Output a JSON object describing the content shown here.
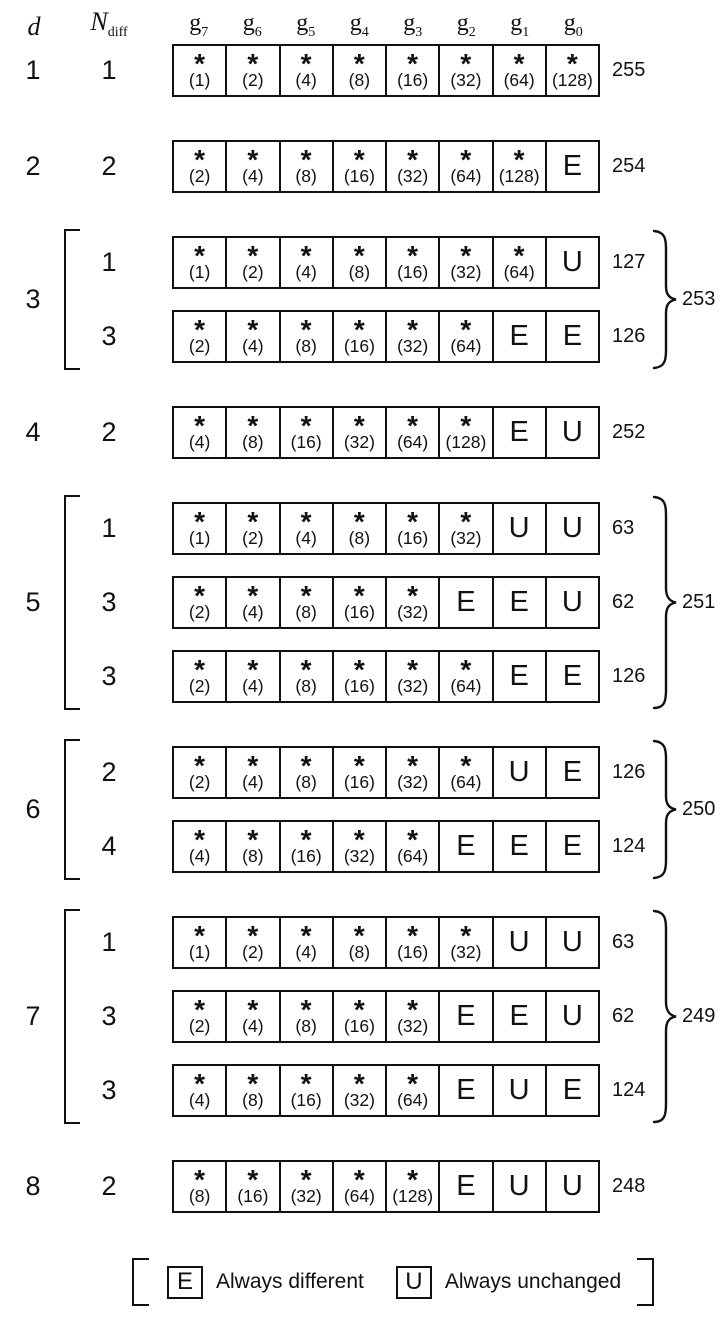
{
  "header": {
    "d_label": "d",
    "n_label": "N",
    "n_sub": "diff",
    "g_base": "g",
    "g_subs": [
      "7",
      "6",
      "5",
      "4",
      "3",
      "2",
      "1",
      "0"
    ]
  },
  "groups": [
    {
      "d": "1",
      "rows": [
        {
          "n": "1",
          "value": "255",
          "cells": [
            {
              "star": "*",
              "weight": "(1)"
            },
            {
              "star": "*",
              "weight": "(2)"
            },
            {
              "star": "*",
              "weight": "(4)"
            },
            {
              "star": "*",
              "weight": "(8)"
            },
            {
              "star": "*",
              "weight": "(16)"
            },
            {
              "star": "*",
              "weight": "(32)"
            },
            {
              "star": "*",
              "weight": "(64)"
            },
            {
              "star": "*",
              "weight": "(128)"
            }
          ]
        }
      ]
    },
    {
      "d": "2",
      "rows": [
        {
          "n": "2",
          "value": "254",
          "cells": [
            {
              "star": "*",
              "weight": "(2)"
            },
            {
              "star": "*",
              "weight": "(4)"
            },
            {
              "star": "*",
              "weight": "(8)"
            },
            {
              "star": "*",
              "weight": "(16)"
            },
            {
              "star": "*",
              "weight": "(32)"
            },
            {
              "star": "*",
              "weight": "(64)"
            },
            {
              "star": "*",
              "weight": "(128)"
            },
            {
              "letter": "E"
            }
          ]
        }
      ]
    },
    {
      "d": "3",
      "group_value": "253",
      "rows": [
        {
          "n": "1",
          "value": "127",
          "cells": [
            {
              "star": "*",
              "weight": "(1)"
            },
            {
              "star": "*",
              "weight": "(2)"
            },
            {
              "star": "*",
              "weight": "(4)"
            },
            {
              "star": "*",
              "weight": "(8)"
            },
            {
              "star": "*",
              "weight": "(16)"
            },
            {
              "star": "*",
              "weight": "(32)"
            },
            {
              "star": "*",
              "weight": "(64)"
            },
            {
              "letter": "U"
            }
          ]
        },
        {
          "n": "3",
          "value": "126",
          "cells": [
            {
              "star": "*",
              "weight": "(2)"
            },
            {
              "star": "*",
              "weight": "(4)"
            },
            {
              "star": "*",
              "weight": "(8)"
            },
            {
              "star": "*",
              "weight": "(16)"
            },
            {
              "star": "*",
              "weight": "(32)"
            },
            {
              "star": "*",
              "weight": "(64)"
            },
            {
              "letter": "E"
            },
            {
              "letter": "E"
            }
          ]
        }
      ]
    },
    {
      "d": "4",
      "rows": [
        {
          "n": "2",
          "value": "252",
          "cells": [
            {
              "star": "*",
              "weight": "(4)"
            },
            {
              "star": "*",
              "weight": "(8)"
            },
            {
              "star": "*",
              "weight": "(16)"
            },
            {
              "star": "*",
              "weight": "(32)"
            },
            {
              "star": "*",
              "weight": "(64)"
            },
            {
              "star": "*",
              "weight": "(128)"
            },
            {
              "letter": "E"
            },
            {
              "letter": "U"
            }
          ]
        }
      ]
    },
    {
      "d": "5",
      "group_value": "251",
      "rows": [
        {
          "n": "1",
          "value": "63",
          "cells": [
            {
              "star": "*",
              "weight": "(1)"
            },
            {
              "star": "*",
              "weight": "(2)"
            },
            {
              "star": "*",
              "weight": "(4)"
            },
            {
              "star": "*",
              "weight": "(8)"
            },
            {
              "star": "*",
              "weight": "(16)"
            },
            {
              "star": "*",
              "weight": "(32)"
            },
            {
              "letter": "U"
            },
            {
              "letter": "U"
            }
          ]
        },
        {
          "n": "3",
          "value": "62",
          "cells": [
            {
              "star": "*",
              "weight": "(2)"
            },
            {
              "star": "*",
              "weight": "(4)"
            },
            {
              "star": "*",
              "weight": "(8)"
            },
            {
              "star": "*",
              "weight": "(16)"
            },
            {
              "star": "*",
              "weight": "(32)"
            },
            {
              "letter": "E"
            },
            {
              "letter": "E"
            },
            {
              "letter": "U"
            }
          ]
        },
        {
          "n": "3",
          "value": "126",
          "cells": [
            {
              "star": "*",
              "weight": "(2)"
            },
            {
              "star": "*",
              "weight": "(4)"
            },
            {
              "star": "*",
              "weight": "(8)"
            },
            {
              "star": "*",
              "weight": "(16)"
            },
            {
              "star": "*",
              "weight": "(32)"
            },
            {
              "star": "*",
              "weight": "(64)"
            },
            {
              "letter": "E"
            },
            {
              "letter": "E"
            }
          ]
        }
      ]
    },
    {
      "d": "6",
      "group_value": "250",
      "rows": [
        {
          "n": "2",
          "value": "126",
          "cells": [
            {
              "star": "*",
              "weight": "(2)"
            },
            {
              "star": "*",
              "weight": "(4)"
            },
            {
              "star": "*",
              "weight": "(8)"
            },
            {
              "star": "*",
              "weight": "(16)"
            },
            {
              "star": "*",
              "weight": "(32)"
            },
            {
              "star": "*",
              "weight": "(64)"
            },
            {
              "letter": "U"
            },
            {
              "letter": "E"
            }
          ]
        },
        {
          "n": "4",
          "value": "124",
          "cells": [
            {
              "star": "*",
              "weight": "(4)"
            },
            {
              "star": "*",
              "weight": "(8)"
            },
            {
              "star": "*",
              "weight": "(16)"
            },
            {
              "star": "*",
              "weight": "(32)"
            },
            {
              "star": "*",
              "weight": "(64)"
            },
            {
              "letter": "E"
            },
            {
              "letter": "E"
            },
            {
              "letter": "E"
            }
          ]
        }
      ]
    },
    {
      "d": "7",
      "group_value": "249",
      "rows": [
        {
          "n": "1",
          "value": "63",
          "cells": [
            {
              "star": "*",
              "weight": "(1)"
            },
            {
              "star": "*",
              "weight": "(2)"
            },
            {
              "star": "*",
              "weight": "(4)"
            },
            {
              "star": "*",
              "weight": "(8)"
            },
            {
              "star": "*",
              "weight": "(16)"
            },
            {
              "star": "*",
              "weight": "(32)"
            },
            {
              "letter": "U"
            },
            {
              "letter": "U"
            }
          ]
        },
        {
          "n": "3",
          "value": "62",
          "cells": [
            {
              "star": "*",
              "weight": "(2)"
            },
            {
              "star": "*",
              "weight": "(4)"
            },
            {
              "star": "*",
              "weight": "(8)"
            },
            {
              "star": "*",
              "weight": "(16)"
            },
            {
              "star": "*",
              "weight": "(32)"
            },
            {
              "letter": "E"
            },
            {
              "letter": "E"
            },
            {
              "letter": "U"
            }
          ]
        },
        {
          "n": "3",
          "value": "124",
          "cells": [
            {
              "star": "*",
              "weight": "(4)"
            },
            {
              "star": "*",
              "weight": "(8)"
            },
            {
              "star": "*",
              "weight": "(16)"
            },
            {
              "star": "*",
              "weight": "(32)"
            },
            {
              "star": "*",
              "weight": "(64)"
            },
            {
              "letter": "E"
            },
            {
              "letter": "U"
            },
            {
              "letter": "E"
            }
          ]
        }
      ]
    },
    {
      "d": "8",
      "rows": [
        {
          "n": "2",
          "value": "248",
          "cells": [
            {
              "star": "*",
              "weight": "(8)"
            },
            {
              "star": "*",
              "weight": "(16)"
            },
            {
              "star": "*",
              "weight": "(32)"
            },
            {
              "star": "*",
              "weight": "(64)"
            },
            {
              "star": "*",
              "weight": "(128)"
            },
            {
              "letter": "E"
            },
            {
              "letter": "U"
            },
            {
              "letter": "U"
            }
          ]
        }
      ]
    }
  ],
  "legend": {
    "e_symbol": "E",
    "e_label": "Always different",
    "u_symbol": "U",
    "u_label": "Always unchanged"
  },
  "colors": {
    "ink": "#111111",
    "background": "#ffffff"
  }
}
